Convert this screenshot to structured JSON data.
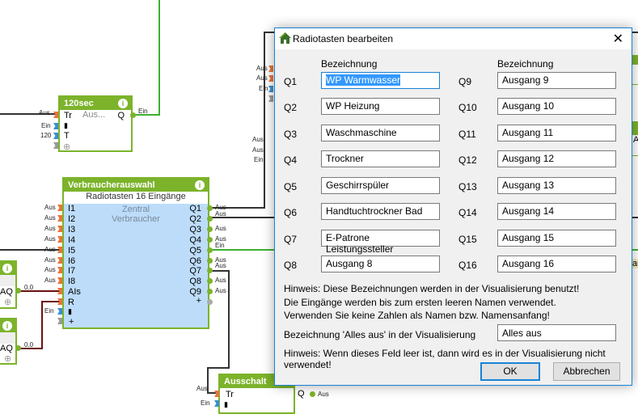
{
  "canvas": {
    "timer_block": {
      "title": "120sec",
      "inputs": [
        "Tr",
        "T"
      ],
      "output": "Q",
      "center_text": "Aus...",
      "in_labels": [
        "Aus",
        "Ein",
        "120"
      ],
      "out_label": "Ein"
    },
    "main_block": {
      "title": "Verbraucherauswahl",
      "subtitle": "Radiotasten 16 Eingänge",
      "center_line1": "Zentral",
      "center_line2": "Verbraucher",
      "inputs": [
        "I1",
        "I2",
        "I3",
        "I4",
        "I5",
        "I6",
        "I7",
        "I8",
        "AIs",
        "R"
      ],
      "in_labels": [
        "Aus",
        "Aus",
        "Aus",
        "Aus",
        "Aus",
        "Aus",
        "Aus",
        "Aus",
        "Ein"
      ],
      "outputs": [
        "Q1",
        "Q2",
        "Q3",
        "Q4",
        "Q5",
        "Q6",
        "Q7",
        "Q8",
        "Q9"
      ],
      "out_labels": [
        "Aus",
        "Aus",
        "Aus",
        "Aus",
        "Ein",
        "Aus",
        "Aus",
        "Aus",
        "Aus"
      ]
    },
    "aq_blocks": [
      {
        "output": "AQ",
        "value": "0.0"
      },
      {
        "output": "AQ",
        "value": "0.0"
      }
    ],
    "off_block": {
      "title": "Ausschalt",
      "input": "Tr",
      "output": "Q",
      "in_labels": [
        "Aus",
        "Ein"
      ],
      "out_label": "Aus"
    },
    "hidden_labels": [
      "Aus",
      "Aus",
      "Ein",
      "Aus",
      "Aus",
      "Ein"
    ],
    "right_labels": [
      "A",
      "au"
    ]
  },
  "dialog": {
    "title": "Radiotasten bearbeiten",
    "column_header": "Bezeichnung",
    "left": [
      {
        "q": "Q1",
        "name": "WP Warmwasser"
      },
      {
        "q": "Q2",
        "name": "WP Heizung"
      },
      {
        "q": "Q3",
        "name": "Waschmaschine"
      },
      {
        "q": "Q4",
        "name": "Trockner"
      },
      {
        "q": "Q5",
        "name": "Geschirrspüler"
      },
      {
        "q": "Q6",
        "name": "Handtuchtrockner Bad"
      },
      {
        "q": "Q7",
        "name": "E-Patrone Leistungssteller"
      },
      {
        "q": "Q8",
        "name": "Ausgang 8"
      }
    ],
    "right": [
      {
        "q": "Q9",
        "name": "Ausgang 9"
      },
      {
        "q": "Q10",
        "name": "Ausgang 10"
      },
      {
        "q": "Q11",
        "name": "Ausgang 11"
      },
      {
        "q": "Q12",
        "name": "Ausgang 12"
      },
      {
        "q": "Q13",
        "name": "Ausgang 13"
      },
      {
        "q": "Q14",
        "name": "Ausgang 14"
      },
      {
        "q": "Q15",
        "name": "Ausgang 15"
      },
      {
        "q": "Q16",
        "name": "Ausgang 16"
      }
    ],
    "hint1": "Hinweis: Diese Bezeichnungen werden in der Visualisierung benutzt!",
    "hint2": "Die Eingänge werden bis zum ersten leeren Namen verwendet.",
    "hint3": "Verwenden Sie keine Zahlen als Namen bzw. Namensanfang!",
    "all_off_label": "Bezeichnung 'Alles aus' in der Visualisierung",
    "all_off_value": "Alles aus",
    "hint4": "Hinweis: Wenn dieses Feld leer ist, dann wird es in der Visualisierung nicht verwendet!",
    "ok": "OK",
    "cancel": "Abbrechen"
  }
}
